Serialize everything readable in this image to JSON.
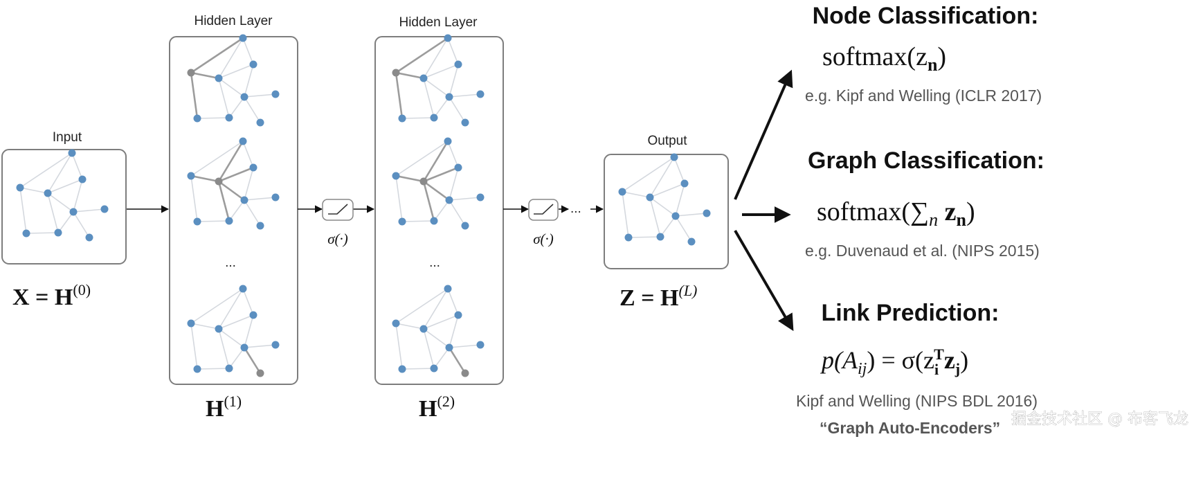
{
  "panels": {
    "input": {
      "title": "Input",
      "label_main": "X = H",
      "label_sup": "(0)"
    },
    "hidden1": {
      "title": "Hidden Layer",
      "label_main": "H",
      "label_sup": "(1)",
      "ellipsis": "..."
    },
    "hidden2": {
      "title": "Hidden Layer",
      "label_main": "H",
      "label_sup": "(2)",
      "ellipsis": "..."
    },
    "output": {
      "title": "Output",
      "label_main": "Z = H",
      "label_sup": "(L)"
    }
  },
  "activations": [
    {
      "label": "σ(·)"
    },
    {
      "label": "σ(·)"
    }
  ],
  "chain_dots": "...",
  "tasks": [
    {
      "heading": "Node Classification:",
      "formula": "softmax(z",
      "formula_sub": "n",
      "formula_end": ")",
      "citation": "e.g. Kipf and Welling (ICLR 2017)"
    },
    {
      "heading": "Graph Classification:",
      "formula": "softmax(∑",
      "formula_sub": "n",
      "formula_mid": " z",
      "formula_sub2": "n",
      "formula_end": ")",
      "citation": "e.g. Duvenaud et al. (NIPS 2015)"
    },
    {
      "heading": "Link Prediction:",
      "formula": "p(A",
      "formula_sub": "ij",
      "formula_mid": ") = σ(z",
      "formula_sub2": "i",
      "formula_sup2": "T",
      "formula_mid2": "z",
      "formula_sub3": "j",
      "formula_end": ")",
      "citation": "Kipf and Welling (NIPS BDL 2016)",
      "citation2": "“Graph Auto-Encoders”"
    }
  ],
  "watermark": "掘金技术社区 @ 布客飞龙",
  "colors": {
    "node": "#5b8fc0",
    "node_gray": "#8a8a8a",
    "edge": "#d4d8de",
    "edge_hl": "#9c9c9c",
    "box": "#7d7d7d"
  }
}
